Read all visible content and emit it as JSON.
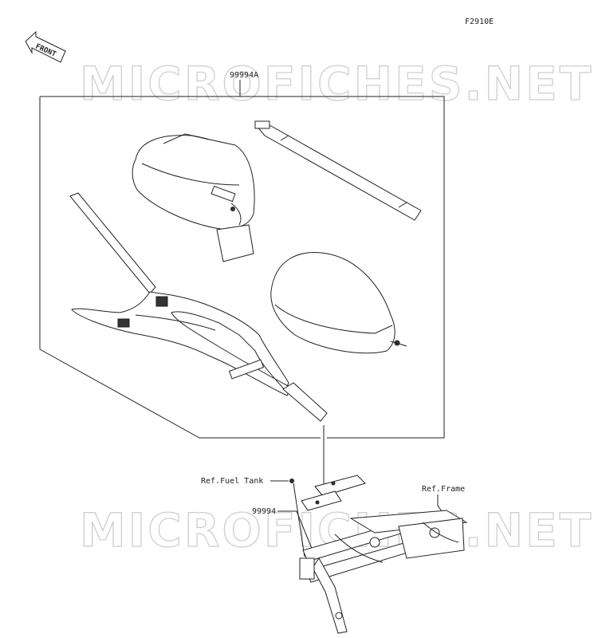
{
  "figure_code": "F2910E",
  "front_label": "FRONT",
  "watermark": "MICROFICHES.NET",
  "parts": [
    {
      "part_no": "99994A"
    },
    {
      "part_no": "99994"
    }
  ],
  "references": [
    {
      "label": "Ref.Fuel Tank"
    },
    {
      "label": "Ref.Frame"
    }
  ]
}
